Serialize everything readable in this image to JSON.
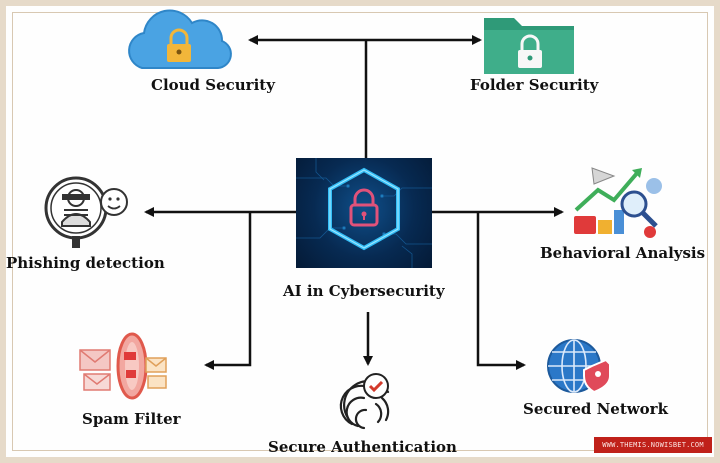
{
  "diagram": {
    "center": {
      "label": "AI in Cybersecurity",
      "icon": "lock-hexagon-icon"
    },
    "nodes": {
      "cloud_security": {
        "label": "Cloud Security",
        "icon": "cloud-lock-icon"
      },
      "folder_security": {
        "label": "Folder Security",
        "icon": "folder-lock-icon"
      },
      "phishing_detection": {
        "label": "Phishing detection",
        "icon": "phishing-mask-icon"
      },
      "behavioral_analysis": {
        "label": "Behavioral Analysis",
        "icon": "behavior-analytics-icon"
      },
      "spam_filter": {
        "label": "Spam Filter",
        "icon": "spam-envelope-icon"
      },
      "secure_authentication": {
        "label": "Secure Authentication",
        "icon": "fingerprint-check-icon"
      },
      "secured_network": {
        "label": "Secured Network",
        "icon": "globe-shield-icon"
      }
    },
    "watermark": "WWW.THEMIS.NOWISBET.COM"
  },
  "colors": {
    "cloud": "#4aa3e3",
    "folder": "#3fae8a",
    "center_bg": "#072a52",
    "center_glow": "#2fb8ff",
    "lock_pink": "#e0527a",
    "arrow": "#111111",
    "frame": "#e6dac9",
    "watermark_bg": "#c0211a"
  }
}
